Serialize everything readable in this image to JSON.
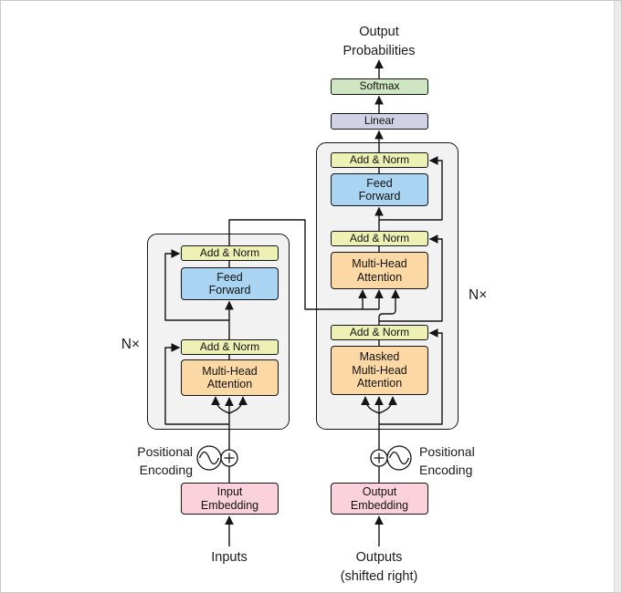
{
  "page": {
    "background": "#ffffff",
    "frame_color": "#c9c9c9"
  },
  "diagram": {
    "output_label": "Output\nProbabilities",
    "output_head": {
      "softmax": "Softmax",
      "linear": "Linear"
    },
    "encoder": {
      "repeat_label": "N×",
      "add_norm_top": "Add & Norm",
      "feed_forward": "Feed\nForward",
      "add_norm_bottom": "Add & Norm",
      "attention": "Multi-Head\nAttention",
      "embedding": "Input\nEmbedding",
      "positional": "Positional\nEncoding",
      "input_label": "Inputs"
    },
    "decoder": {
      "repeat_label": "N×",
      "add_norm_top": "Add & Norm",
      "feed_forward": "Feed\nForward",
      "add_norm_mid": "Add & Norm",
      "attention": "Multi-Head\nAttention",
      "add_norm_bottom": "Add & Norm",
      "masked_attention": "Masked\nMulti-Head\nAttention",
      "embedding": "Output\nEmbedding",
      "positional": "Positional\nEncoding",
      "input_label": "Outputs\n(shifted right)"
    },
    "colors": {
      "add_norm": "#eef1b4",
      "feed_forward": "#a9d5f2",
      "attention": "#fcd9a4",
      "softmax": "#cfe6c2",
      "linear": "#d2d2e6",
      "embedding": "#fbd2dc",
      "stack_fill": "#f2f2f2",
      "line": "#141414"
    }
  }
}
